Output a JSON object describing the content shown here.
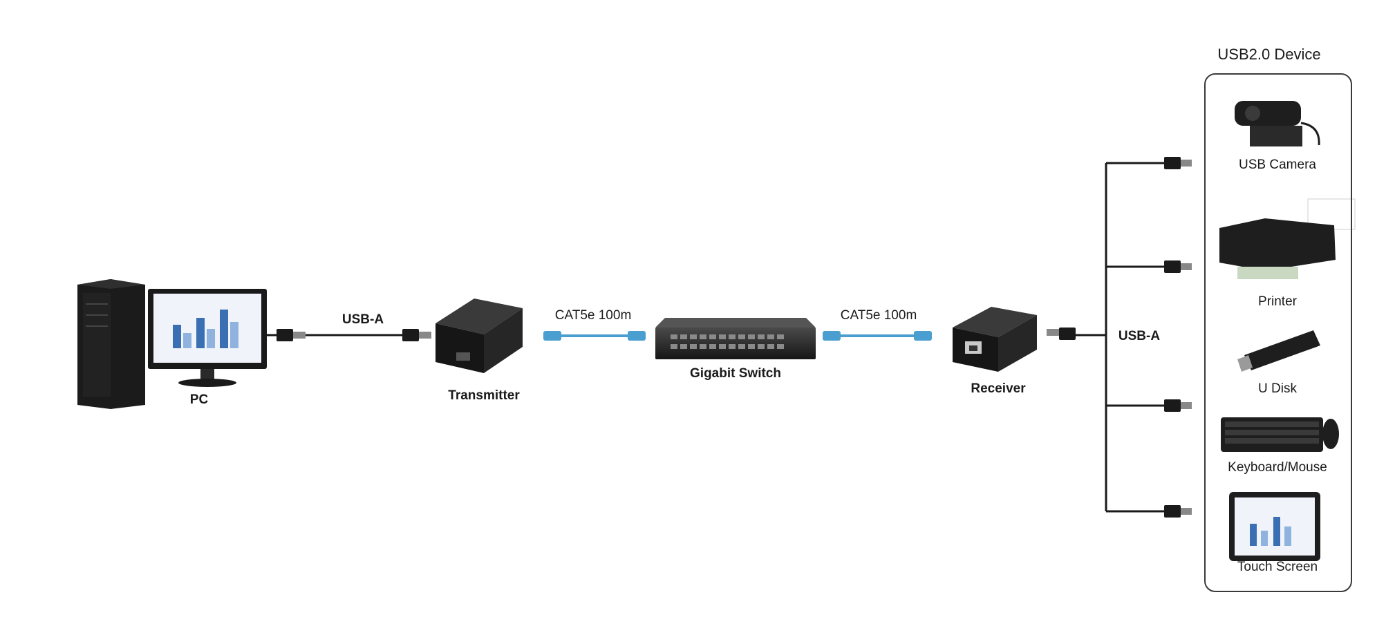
{
  "pc": {
    "label": "PC"
  },
  "cables": {
    "usb_a_left": "USB-A",
    "cat5e_left": "CAT5e 100m",
    "cat5e_right": "CAT5e 100m",
    "usb_a_right": "USB-A"
  },
  "transmitter": {
    "label": "Transmitter"
  },
  "switch": {
    "label": "Gigabit Switch"
  },
  "receiver": {
    "label": "Receiver"
  },
  "device_group": {
    "title": "USB2.0 Device",
    "items": [
      {
        "label": "USB Camera",
        "icon": "usb-camera-icon"
      },
      {
        "label": "Printer",
        "icon": "printer-icon"
      },
      {
        "label": "U Disk",
        "icon": "usb-disk-icon"
      },
      {
        "label": "Keyboard/Mouse",
        "icon": "keyboard-mouse-icon"
      },
      {
        "label": "Touch Screen",
        "icon": "touch-screen-icon"
      }
    ]
  },
  "colors": {
    "line": "#1a1a1a",
    "ethernet_cable": "#4a9fd0",
    "device_body": "#1e1e1e",
    "chart_bar": "#3b6fb3"
  }
}
